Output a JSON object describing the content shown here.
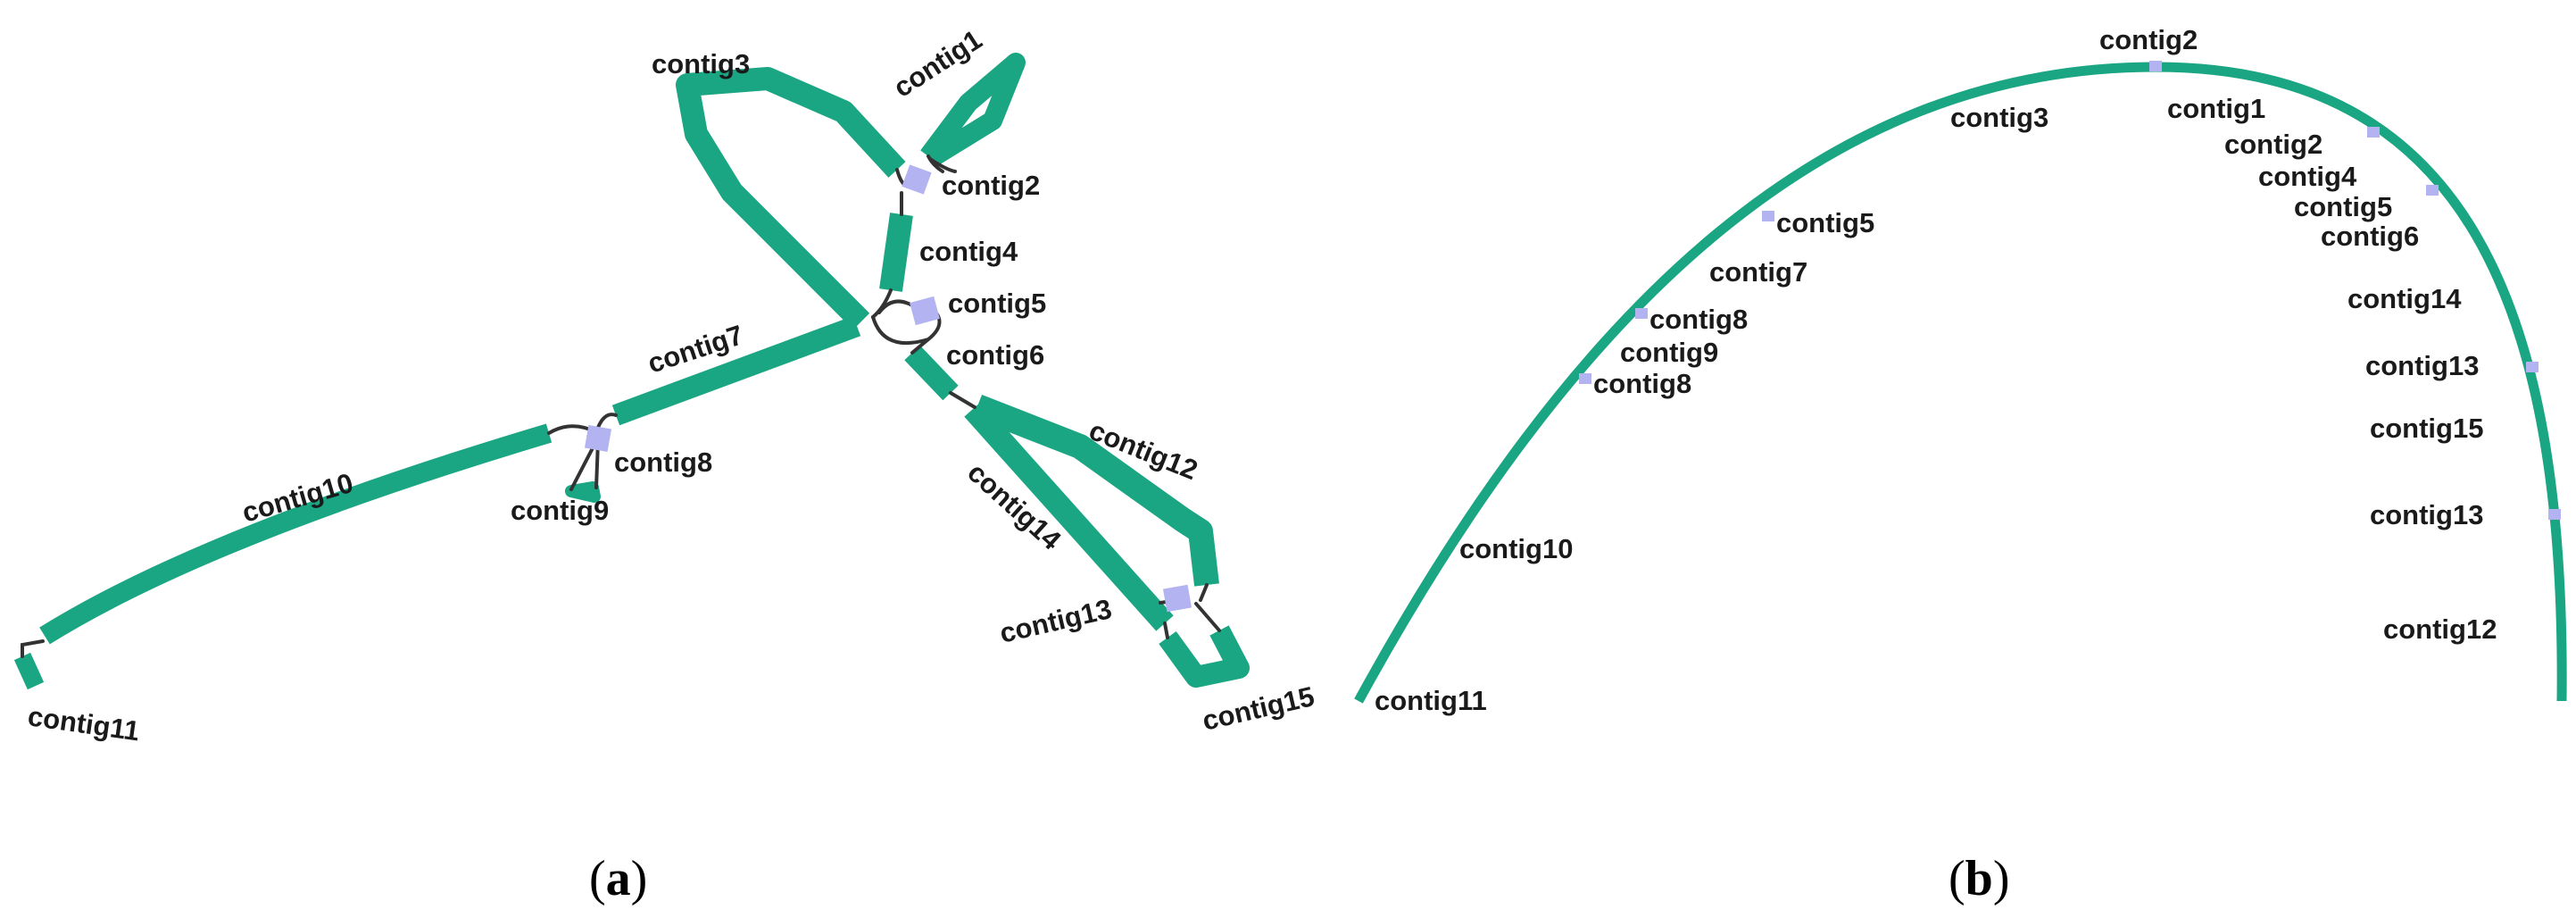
{
  "colors": {
    "contig": "#1aa683",
    "link": "#333333",
    "node": "#b3b3f2"
  },
  "panel_a": {
    "caption_open": "(",
    "caption_letter": "a",
    "caption_close": ")",
    "labels": {
      "contig1": "contig1",
      "contig2": "contig2",
      "contig3": "contig3",
      "contig4": "contig4",
      "contig5": "contig5",
      "contig6": "contig6",
      "contig7": "contig7",
      "contig8": "contig8",
      "contig9": "contig9",
      "contig10": "contig10",
      "contig11": "contig11",
      "contig12": "contig12",
      "contig13": "contig13",
      "contig14": "contig14",
      "contig15": "contig15"
    }
  },
  "panel_b": {
    "caption_open": "(",
    "caption_letter": "b",
    "caption_close": ")",
    "left_labels": [
      "contig3",
      "contig5",
      "contig7",
      "contig8",
      "contig9",
      "contig8",
      "contig10",
      "contig11"
    ],
    "top_label": "contig2",
    "right_labels": [
      "contig1",
      "contig2",
      "contig4",
      "contig5",
      "contig6",
      "contig14",
      "contig13",
      "contig15",
      "contig13",
      "contig12"
    ]
  }
}
